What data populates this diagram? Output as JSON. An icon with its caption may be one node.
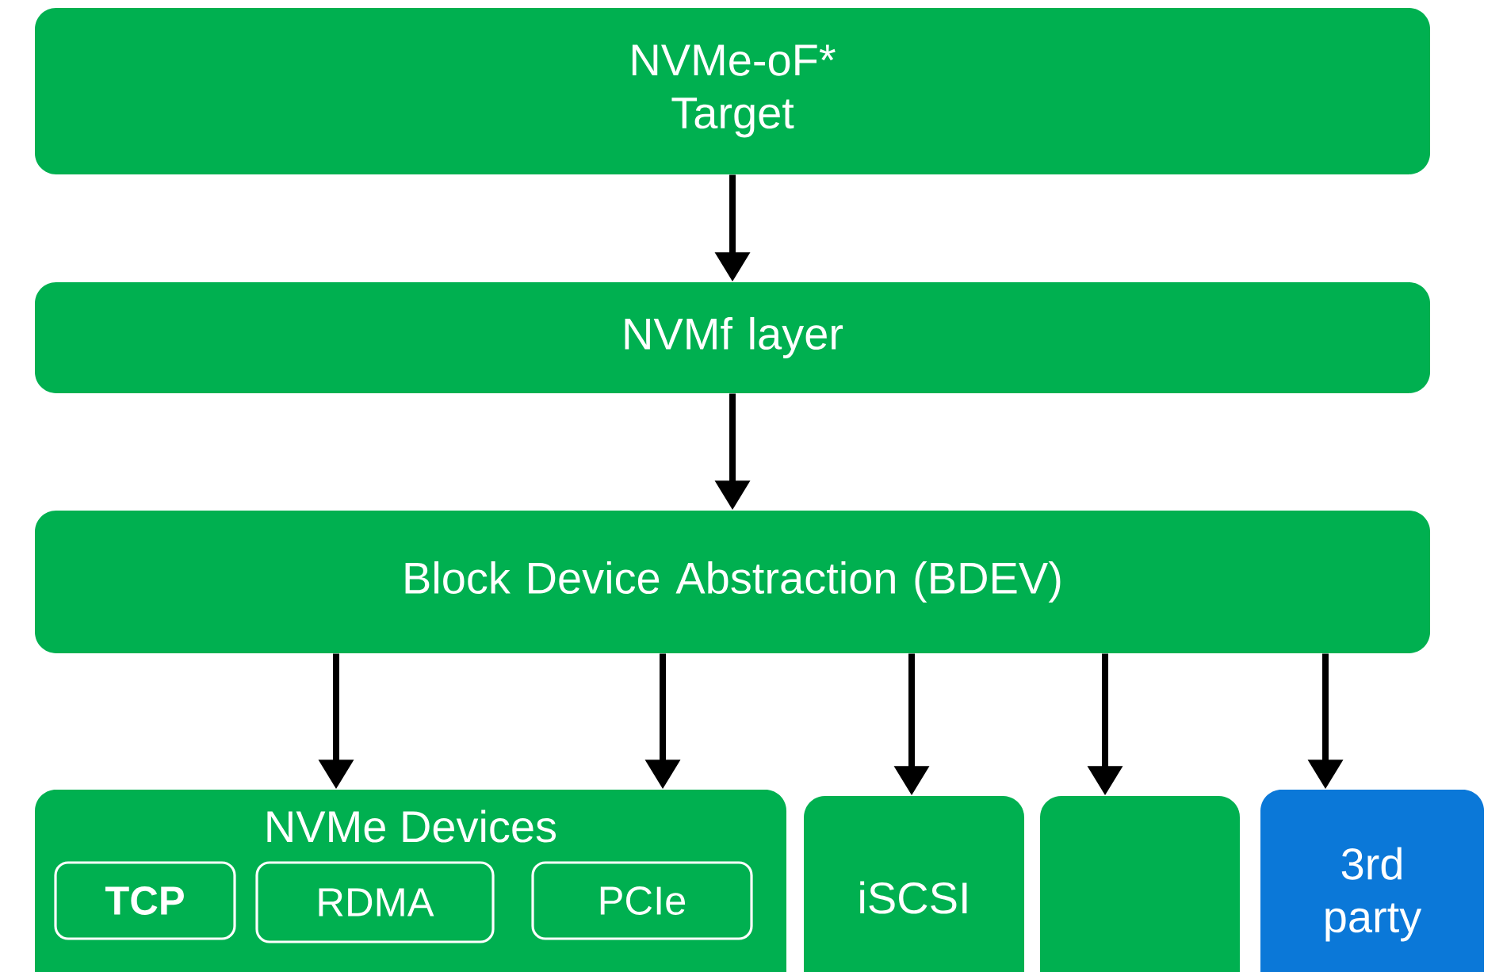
{
  "diagram": {
    "nodes": [
      {
        "text": [
          "NVMe-oF* Target"
        ]
      },
      {
        "text": [
          "NVMf layer"
        ]
      },
      {
        "text": [
          "Block Device Abstraction (BDEV)"
        ]
      },
      {
        "text": [
          "NVMe Devices"
        ]
      },
      {
        "text": [
          "TCP"
        ],
        "in": 3
      },
      {
        "text": [
          "RDMA"
        ],
        "in": 3
      },
      {
        "text": [
          "PCIe"
        ],
        "in": 3
      },
      {
        "text": [
          "iSCSI"
        ]
      },
      {
        "text": [],
        "shape": "box"
      },
      {
        "text": [
          "3rd party"
        ]
      }
    ],
    "edges": [
      {
        "from": 0,
        "to": 1,
        "arrow": "to"
      },
      {
        "from": 1,
        "to": 2,
        "arrow": "to"
      },
      {
        "from": 2,
        "to": 3,
        "arrow": "to"
      },
      {
        "from": 2,
        "to": 3,
        "arrow": "to"
      },
      {
        "from": 2,
        "to": 7,
        "arrow": "to"
      },
      {
        "from": 2,
        "to": 8,
        "arrow": "to"
      },
      {
        "from": 2,
        "to": 9,
        "arrow": "to"
      }
    ]
  }
}
